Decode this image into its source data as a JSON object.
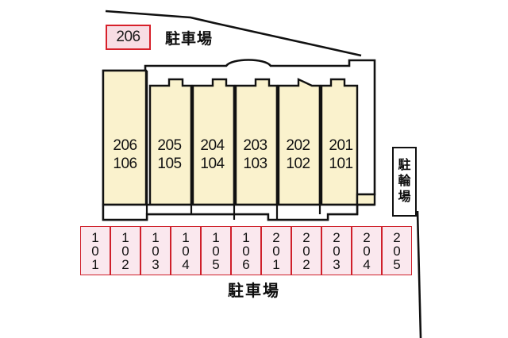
{
  "legend": {
    "key_number": "206",
    "caption": "駐車場"
  },
  "building": {
    "units": [
      {
        "upper": "206",
        "lower": "106"
      },
      {
        "upper": "205",
        "lower": "105"
      },
      {
        "upper": "204",
        "lower": "104"
      },
      {
        "upper": "203",
        "lower": "103"
      },
      {
        "upper": "202",
        "lower": "102"
      },
      {
        "upper": "201",
        "lower": "101"
      }
    ]
  },
  "bicycle_parking": {
    "label_chars": [
      "駐",
      "輪",
      "場"
    ]
  },
  "parking_lot": {
    "caption": "駐車場",
    "stalls": [
      {
        "digits": [
          "1",
          "0",
          "1"
        ]
      },
      {
        "digits": [
          "1",
          "0",
          "2"
        ]
      },
      {
        "digits": [
          "1",
          "0",
          "3"
        ]
      },
      {
        "digits": [
          "1",
          "0",
          "4"
        ]
      },
      {
        "digits": [
          "1",
          "0",
          "5"
        ]
      },
      {
        "digits": [
          "1",
          "0",
          "6"
        ]
      },
      {
        "digits": [
          "2",
          "0",
          "1"
        ]
      },
      {
        "digits": [
          "2",
          "0",
          "2"
        ]
      },
      {
        "digits": [
          "2",
          "0",
          "3"
        ]
      },
      {
        "digits": [
          "2",
          "0",
          "4"
        ]
      },
      {
        "digits": [
          "2",
          "0",
          "5"
        ]
      }
    ]
  },
  "colors": {
    "unit_fill": "#faf2cd",
    "stall_fill": "#fae8ee",
    "stall_border": "#cf1f2a",
    "outline": "#111111",
    "legend_fill": "#f8dde4",
    "legend_border": "#d7202a"
  }
}
